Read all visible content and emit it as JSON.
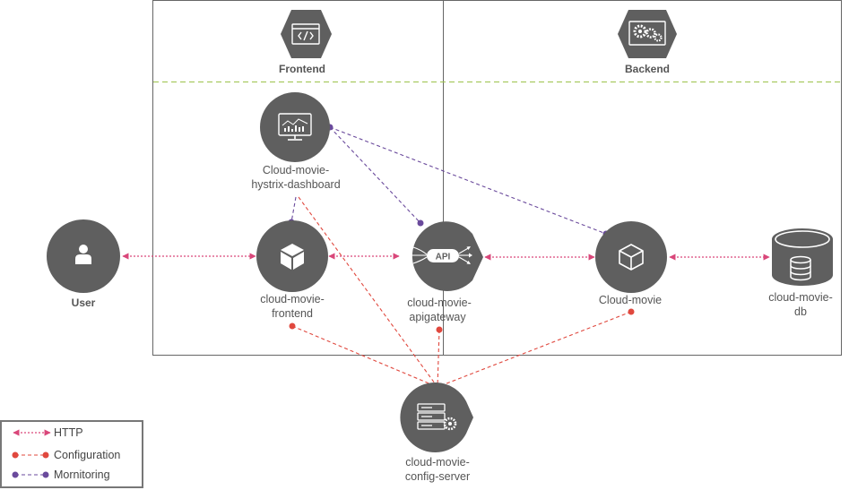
{
  "zones": {
    "frontend": {
      "label": "Frontend"
    },
    "backend": {
      "label": "Backend"
    }
  },
  "nodes": {
    "user": {
      "label": "User",
      "icon": "user-icon"
    },
    "hystrix": {
      "label_line1": "Cloud-movie-",
      "label_line2": "hystrix-dashboard",
      "icon": "monitor-chart-icon"
    },
    "frontend": {
      "label_line1": "cloud-movie-",
      "label_line2": "frontend",
      "icon": "cube-icon"
    },
    "apigateway": {
      "label_line1": "cloud-movie-",
      "label_line2": "apigateway",
      "icon": "api-icon",
      "icon_text": "API"
    },
    "movie": {
      "label": "Cloud-movie",
      "icon": "cube-outline-icon"
    },
    "db": {
      "label_line1": "cloud-movie-",
      "label_line2": "db",
      "icon": "database-icon"
    },
    "config": {
      "label_line1": "cloud-movie-",
      "label_line2": "config-server",
      "icon": "server-gear-icon"
    }
  },
  "legend": {
    "http": "HTTP",
    "configuration": "Configuration",
    "monitoring": "Mornitoring"
  },
  "colors": {
    "node_fill": "#5f5f5f",
    "http": "#d9477a",
    "configuration": "#e0483e",
    "monitoring": "#6a4a9c",
    "zone_border": "#555555",
    "zone_divider": "#9cc24a",
    "label": "#555555"
  }
}
